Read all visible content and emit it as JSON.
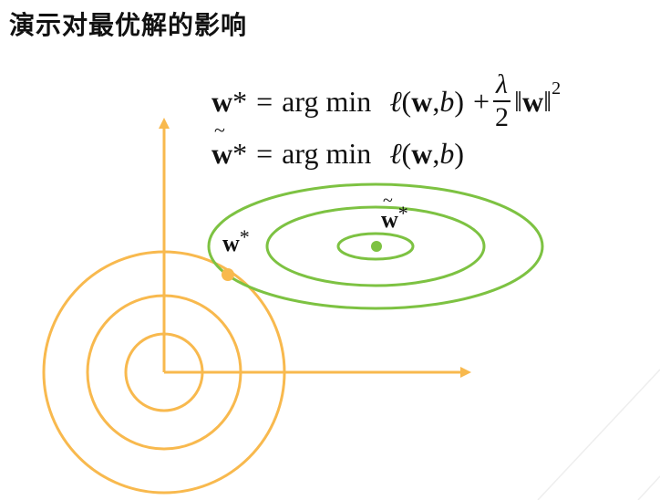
{
  "title": "演示对最优解的影响",
  "eq1": {
    "lhs": "w",
    "star": "*",
    "equals": "=",
    "op": "arg min",
    "loss": "ℓ",
    "args_open": "(",
    "arg_w": "w",
    "arg_sep": ", ",
    "arg_b": "b",
    "args_close": ")",
    "plus": "+",
    "lambda": "λ",
    "two": "2",
    "norm_open": "‖",
    "norm_w": "w",
    "norm_close": "‖",
    "sq": "2"
  },
  "eq2": {
    "lhs": "w",
    "star": "*",
    "equals": "=",
    "op": "arg min",
    "loss": "ℓ",
    "args_open": "(",
    "arg_w": "w",
    "arg_sep": ", ",
    "arg_b": "b",
    "args_close": ")"
  },
  "labels": {
    "w_star": "w",
    "w_star_sup": "*",
    "w_tilde_star": "w",
    "w_tilde_star_sup": "*"
  },
  "colors": {
    "orange": "#F8B94E",
    "green": "#7DC242",
    "text": "#111111"
  }
}
